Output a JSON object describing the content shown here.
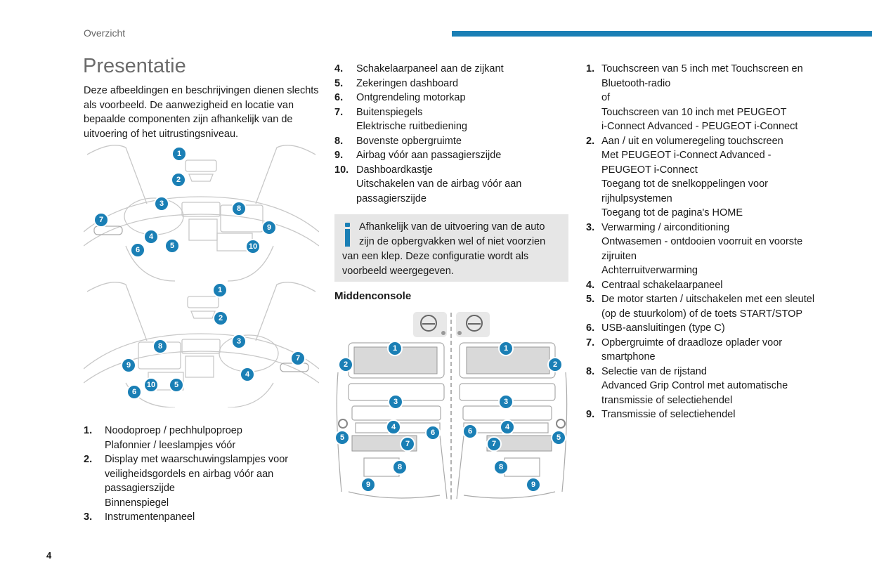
{
  "header": {
    "section": "Overzicht",
    "accent_color": "#1a7fb5"
  },
  "title": "Presentatie",
  "intro": "Deze afbeeldingen en beschrijvingen dienen slechts als voorbeeld. De aanwezigheid en locatie van bepaalde componenten zijn afhankelijk van de uitvoering of het uitrustingsniveau.",
  "dashboard_callouts_top": [
    "1",
    "2",
    "3",
    "4",
    "5",
    "6",
    "7",
    "8",
    "9",
    "10"
  ],
  "dashboard_callouts_bottom": [
    "1",
    "2",
    "3",
    "4",
    "5",
    "6",
    "7",
    "8",
    "9",
    "10"
  ],
  "left_list": [
    {
      "num": "1.",
      "lines": [
        "Noodoproep / pechhulpoproep",
        "Plafonnier / leeslampjes vóór"
      ]
    },
    {
      "num": "2.",
      "lines": [
        "Display met waarschuwingslampjes voor",
        "veiligheidsgordels en airbag vóór aan",
        "passagierszijde",
        "Binnenspiegel"
      ]
    },
    {
      "num": "3.",
      "lines": [
        "Instrumentenpaneel"
      ]
    }
  ],
  "middle_list": [
    {
      "num": "4.",
      "lines": [
        "Schakelaarpaneel aan de zijkant"
      ]
    },
    {
      "num": "5.",
      "lines": [
        "Zekeringen dashboard"
      ]
    },
    {
      "num": "6.",
      "lines": [
        "Ontgrendeling motorkap"
      ]
    },
    {
      "num": "7.",
      "lines": [
        "Buitenspiegels",
        "Elektrische ruitbediening"
      ]
    },
    {
      "num": "8.",
      "lines": [
        "Bovenste opbergruimte"
      ]
    },
    {
      "num": "9.",
      "lines": [
        "Airbag vóór aan passagierszijde"
      ]
    },
    {
      "num": "10.",
      "lines": [
        "Dashboardkastje",
        "Uitschakelen van de airbag vóór aan",
        "passagierszijde"
      ]
    }
  ],
  "note": {
    "icon": "info-icon",
    "line1": "Afhankelijk van de uitvoering van de auto",
    "line2": "zijn de opbergvakken wel of niet voorzien",
    "line3": "van een klep. Deze configuratie wordt als",
    "line4": "voorbeeld weergegeven."
  },
  "console": {
    "heading": "Middenconsole",
    "callouts": [
      "1",
      "2",
      "3",
      "4",
      "5",
      "6",
      "7",
      "8",
      "9"
    ]
  },
  "right_list": [
    {
      "num": "1.",
      "lines": [
        "Touchscreen van 5 inch met Touchscreen en",
        "Bluetooth-radio",
        "of",
        "Touchscreen van 10 inch met PEUGEOT",
        "i-Connect Advanced - PEUGEOT i-Connect"
      ]
    },
    {
      "num": "2.",
      "lines": [
        "Aan / uit en volumeregeling touchscreen",
        "Met PEUGEOT i-Connect Advanced -",
        "PEUGEOT i-Connect",
        "Toegang tot de snelkoppelingen voor",
        "rijhulpsystemen",
        "Toegang tot de pagina's HOME"
      ]
    },
    {
      "num": "3.",
      "lines": [
        "Verwarming / airconditioning",
        "Ontwasemen - ontdooien voorruit en voorste",
        "zijruiten",
        "Achterruitverwarming"
      ]
    },
    {
      "num": "4.",
      "lines": [
        "Centraal schakelaarpaneel"
      ]
    },
    {
      "num": "5.",
      "lines": [
        "De motor starten / uitschakelen met een sleutel",
        "(op de stuurkolom) of de toets START/STOP"
      ]
    },
    {
      "num": "6.",
      "lines": [
        "USB-aansluitingen (type C)"
      ]
    },
    {
      "num": "7.",
      "lines": [
        "Opbergruimte of draadloze oplader voor",
        "smartphone"
      ]
    },
    {
      "num": "8.",
      "lines": [
        "Selectie van de rijstand",
        "Advanced Grip Control met automatische",
        "transmissie of selectiehendel"
      ]
    },
    {
      "num": "9.",
      "lines": [
        "Transmissie of selectiehendel"
      ]
    }
  ],
  "page_number": "4"
}
